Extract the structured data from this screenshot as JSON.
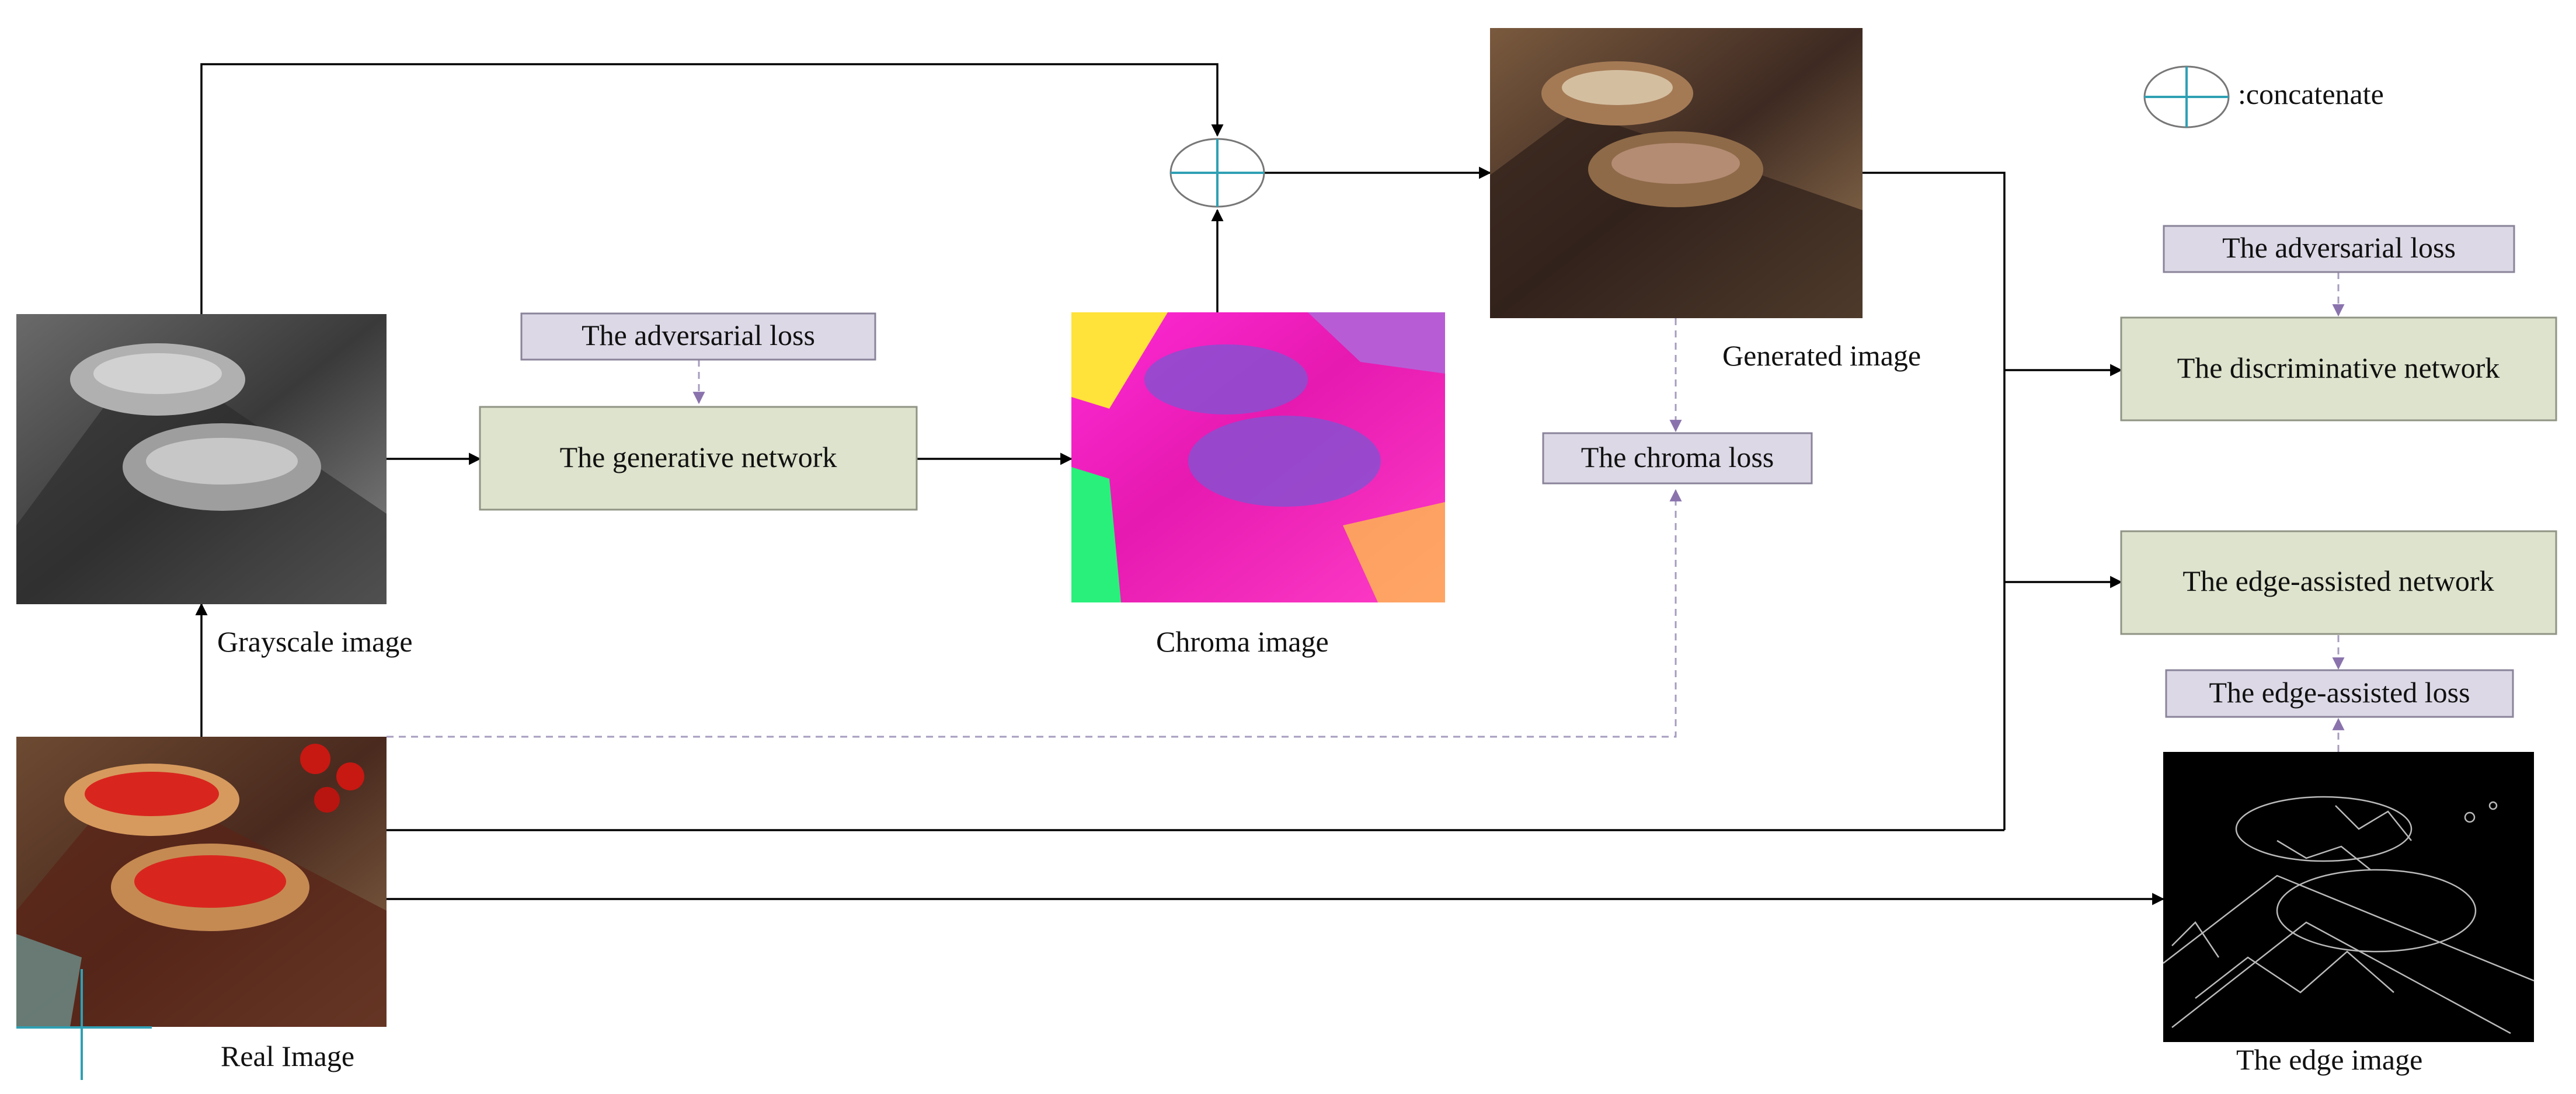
{
  "legend": {
    "symbol": "concatenate-icon",
    "label": ":concatenate"
  },
  "images": {
    "grayscale": {
      "caption": "Grayscale image"
    },
    "chroma": {
      "caption": "Chroma image"
    },
    "generated": {
      "caption": "Generated image"
    },
    "real": {
      "caption": "Real Image"
    },
    "edge": {
      "caption": "The edge image"
    }
  },
  "networks": {
    "generative": "The generative network",
    "discriminative": "The discriminative network",
    "edge_assisted": "The edge-assisted network"
  },
  "losses": {
    "adversarial_gen": "The adversarial loss",
    "adversarial_disc": "The adversarial loss",
    "chroma": "The chroma loss",
    "edge_assisted": "The edge-assisted loss"
  },
  "colors": {
    "network_fill": "#dde3cc",
    "loss_fill": "#dcd8e6",
    "dashed_arrow": "#8a73ad",
    "concat_symbol": "#2fa0b4"
  }
}
